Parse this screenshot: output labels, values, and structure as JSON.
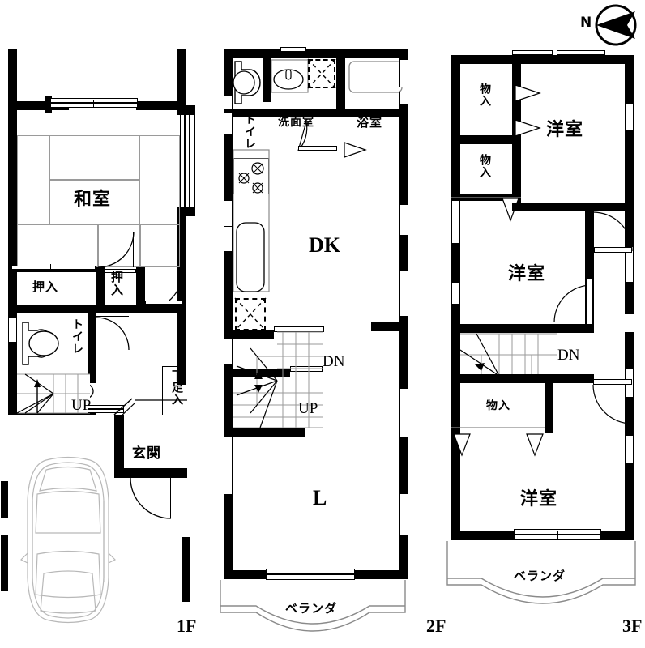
{
  "title": "3-story house floor plan (1F / 2F / 3F)",
  "compass": {
    "label": "N",
    "icon": "north-arrow-icon"
  },
  "floors": [
    {
      "id": "1F",
      "label": "1F",
      "rooms": [
        {
          "key": "washitsu",
          "label": "和室",
          "meaning": "Japanese-style tatami room"
        },
        {
          "key": "oshiire_1",
          "label": "押入",
          "meaning": "closet"
        },
        {
          "key": "oshiire_2",
          "label": "押入",
          "meaning": "closet"
        },
        {
          "key": "toilet",
          "label": "トイレ",
          "meaning": "toilet"
        },
        {
          "key": "getabako",
          "label": "下足入",
          "meaning": "shoe cabinet"
        },
        {
          "key": "genkan",
          "label": "玄関",
          "meaning": "entrance"
        }
      ],
      "stairs": [
        {
          "label": "UP"
        }
      ],
      "features": [
        {
          "key": "parking",
          "label": "",
          "icon": "car-icon"
        }
      ]
    },
    {
      "id": "2F",
      "label": "2F",
      "rooms": [
        {
          "key": "toilet",
          "label": "トイレ",
          "meaning": "toilet"
        },
        {
          "key": "senmen",
          "label": "洗面室",
          "meaning": "washroom / vanity"
        },
        {
          "key": "yokushitsu",
          "label": "浴室",
          "meaning": "bathroom"
        },
        {
          "key": "dk",
          "label": "DK",
          "meaning": "dining kitchen"
        },
        {
          "key": "living",
          "label": "L",
          "meaning": "living room"
        },
        {
          "key": "veranda",
          "label": "ベランダ",
          "meaning": "veranda / balcony"
        }
      ],
      "stairs": [
        {
          "label": "DN"
        },
        {
          "label": "UP"
        }
      ],
      "features": [
        {
          "key": "stove",
          "label": "",
          "icon": "stove-icon"
        },
        {
          "key": "sink",
          "label": "",
          "icon": "sink-icon"
        },
        {
          "key": "bathtub",
          "label": "",
          "icon": "bathtub-icon"
        },
        {
          "key": "vanity",
          "label": "",
          "icon": "vanity-basin-icon"
        },
        {
          "key": "washer",
          "label": "",
          "icon": "washing-machine-icon"
        },
        {
          "key": "fridge",
          "label": "",
          "icon": "refrigerator-icon"
        }
      ]
    },
    {
      "id": "3F",
      "label": "3F",
      "rooms": [
        {
          "key": "monoire_1",
          "label": "物入",
          "meaning": "storage"
        },
        {
          "key": "monoire_2",
          "label": "物入",
          "meaning": "storage"
        },
        {
          "key": "monoire_3",
          "label": "物入",
          "meaning": "storage"
        },
        {
          "key": "yoshitsu_1",
          "label": "洋室",
          "meaning": "western-style room"
        },
        {
          "key": "yoshitsu_2",
          "label": "洋室",
          "meaning": "western-style room"
        },
        {
          "key": "yoshitsu_3",
          "label": "洋室",
          "meaning": "western-style room"
        },
        {
          "key": "veranda",
          "label": "ベランダ",
          "meaning": "veranda / balcony"
        }
      ],
      "stairs": [
        {
          "label": "DN"
        }
      ]
    }
  ],
  "colors": {
    "wall": "#000000",
    "background": "#ffffff",
    "furniture_line": "#8a8a8a",
    "text": "#000000"
  }
}
